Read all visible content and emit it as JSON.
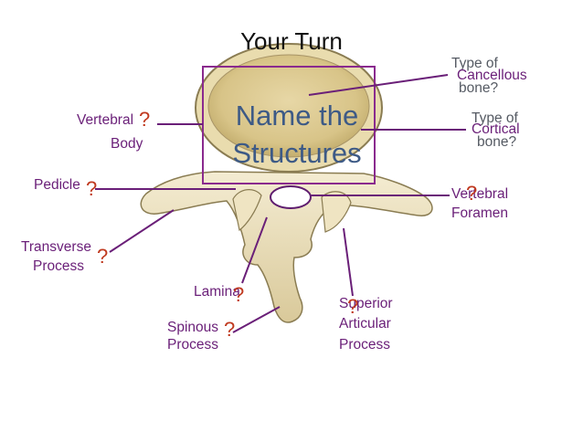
{
  "title": "Your Turn",
  "overlay": {
    "line1": "Name the",
    "line2": "Structures"
  },
  "question_mark": "?",
  "labels": {
    "vertebral_body": {
      "line1": "Vertebral",
      "line2": "Body"
    },
    "pedicle": "Pedicle",
    "transverse_process": {
      "line1": "Transverse",
      "line2": "Process"
    },
    "lamina": "Lamina",
    "spinous_process": {
      "line1": "Spinous",
      "line2": "Process"
    },
    "superior_articular_process": {
      "line1": "Superior",
      "line2": "Articular",
      "line3": "Process"
    },
    "vertebral_foramen": {
      "line1": "Vertebral",
      "line2": "Foramen"
    },
    "cancellous": {
      "question_line1": "Type of",
      "question_line2": "bone?",
      "answer": "Cancellous"
    },
    "cortical": {
      "question_line1": "Type of",
      "question_line2": "bone?",
      "answer": "Cortical"
    }
  },
  "colors": {
    "leader_line": "#6a1f78",
    "label_text": "#6a1f78",
    "question_mark": "#c0391f",
    "overlay_text": "#3d5a86",
    "bone_fill": "#ede3bf",
    "bone_outline": "#8a7c52"
  }
}
